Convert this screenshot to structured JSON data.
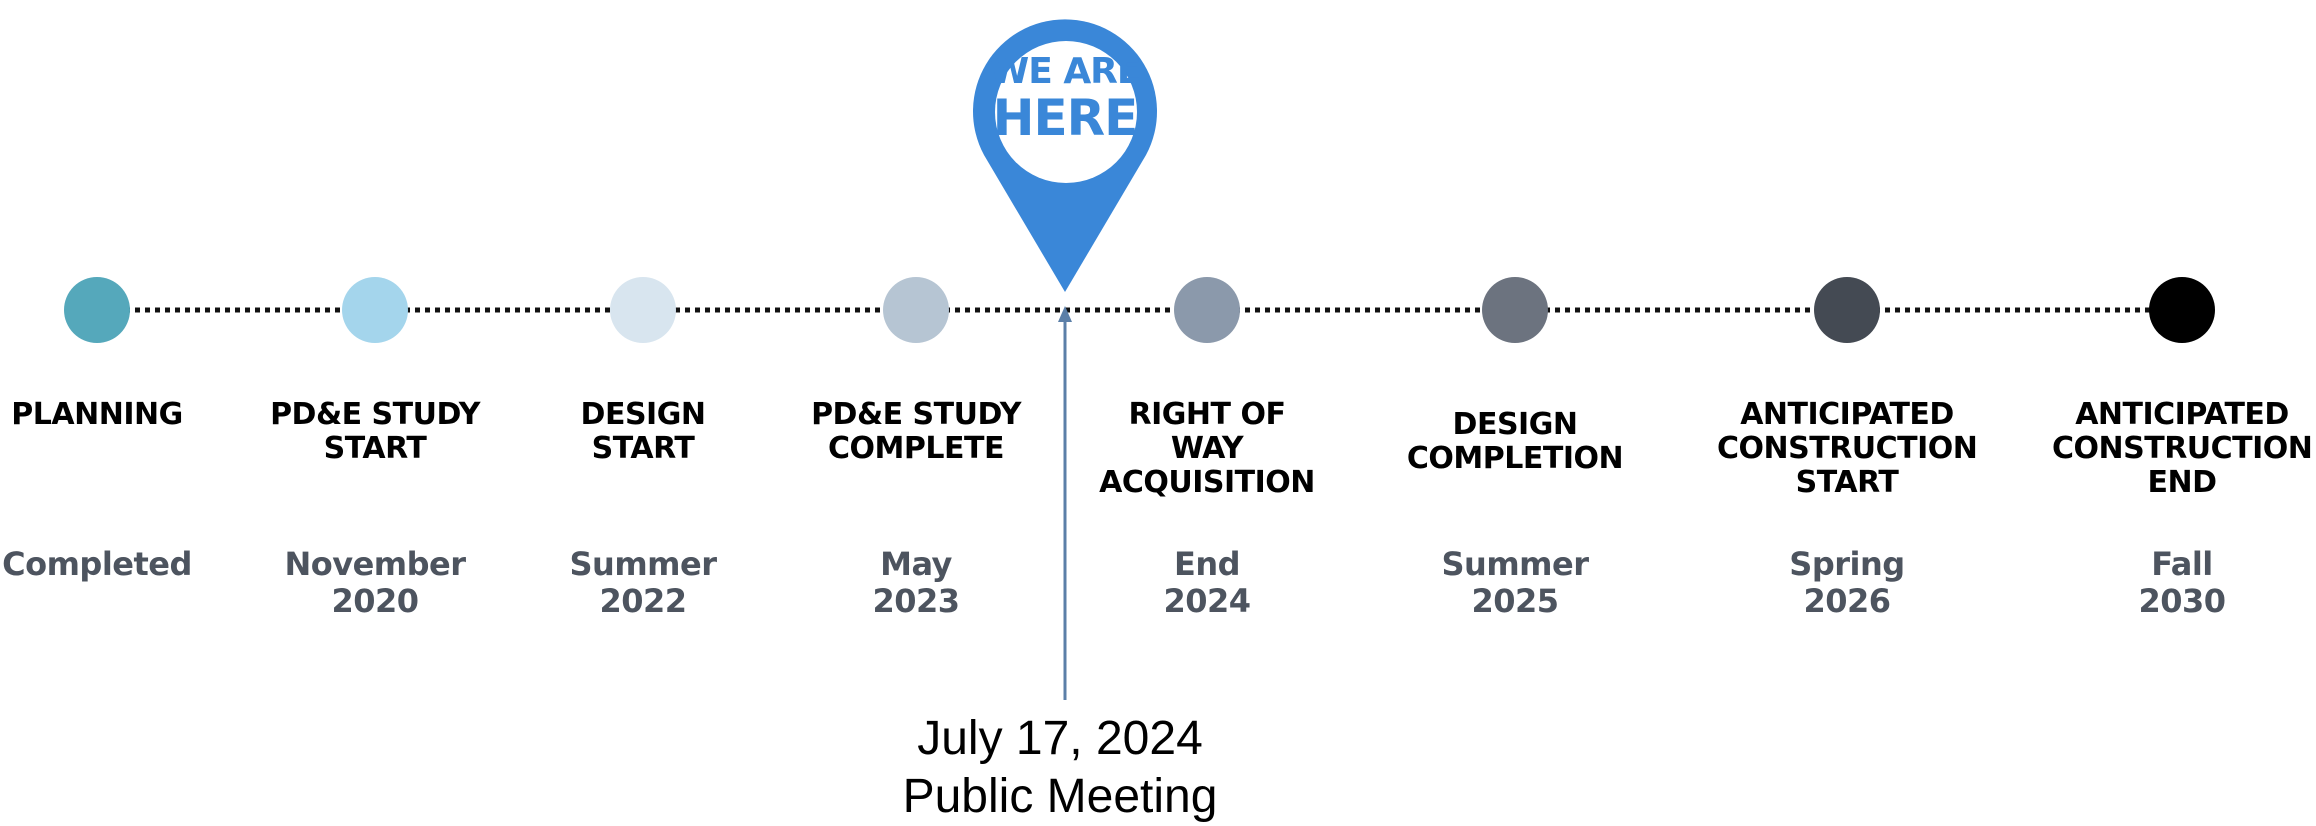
{
  "marker": {
    "pin_line1": "WE ARE",
    "pin_line2": "HERE",
    "date": "July 17, 2024",
    "event": "Public Meeting",
    "pin_color": "#3a87d8",
    "arrow_color": "#5b7fa8"
  },
  "milestones": [
    {
      "title": "PLANNING",
      "date": "Completed",
      "color": "#55a8bb"
    },
    {
      "title": "PD&E STUDY\nSTART",
      "date": "November\n2020",
      "color": "#a4d5ec"
    },
    {
      "title": "DESIGN\nSTART",
      "date": "Summer\n2022",
      "color": "#d8e5ef"
    },
    {
      "title": "PD&E STUDY\nCOMPLETE",
      "date": "May\n2023",
      "color": "#b6c5d3"
    },
    {
      "title": "RIGHT OF\nWAY\nACQUISITION",
      "date": "End\n2024",
      "color": "#8b99ab"
    },
    {
      "title": "DESIGN\nCOMPLETION",
      "date": "Summer\n2025",
      "color": "#6c737f"
    },
    {
      "title": "ANTICIPATED\nCONSTRUCTION\nSTART",
      "date": "Spring\n2026",
      "color": "#444a53"
    },
    {
      "title": "ANTICIPATED\nCONSTRUCTION\nEND",
      "date": "Fall\n2030",
      "color": "#000000"
    }
  ]
}
